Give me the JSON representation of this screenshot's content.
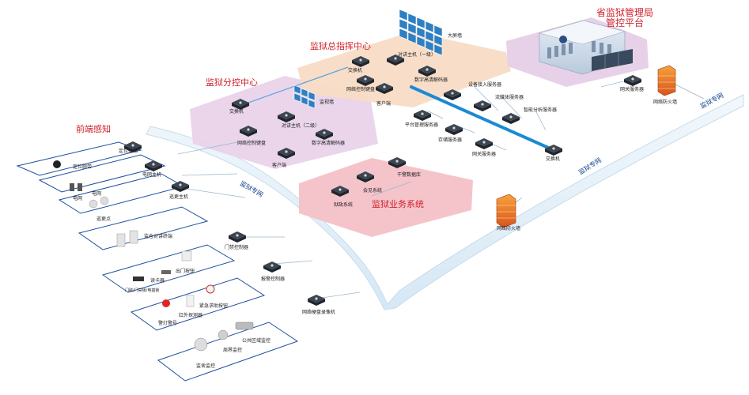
{
  "zones": {
    "branch_center": "监狱分控中心",
    "command_center": "监狱总指挥中心",
    "provincial": "省监狱管理局管控平台",
    "business": "监狱业务系统",
    "frontend": "前端感知"
  },
  "networks": {
    "prison_private_left": "监狱专网",
    "prison_private_right": "监狱专网",
    "top_private": "监狱专网"
  },
  "command_center": {
    "video_wall": "大屏墙",
    "switch": "交换机",
    "intercom_host": "对讲主机（一级）",
    "keyboard": "网络控制键盘",
    "client": "客户端",
    "decoder": "数字高清解码器"
  },
  "branch_center": {
    "monitor_wall": "监视墙",
    "switch": "交换机",
    "intercom_host": "对讲主机（二级）",
    "keyboard": "网络控制键盘",
    "client": "客户端",
    "decoder": "数字高清解码器"
  },
  "servers": {
    "device_access": "设备接入服务器",
    "streaming": "流媒体服务器",
    "analytics": "智能分析服务器",
    "platform": "平台管理服务器",
    "storage": "存储服务器",
    "gateway": "网关服务器",
    "switch": "交换机"
  },
  "provincial_devices": {
    "gateway": "网关服务器",
    "firewall": "网络防火墙"
  },
  "business": {
    "finance": "狱政系统",
    "education": "会见系统",
    "police_db": "干警数据库"
  },
  "firewall_mid": "网络防火墙",
  "frontend_devices": {
    "locator_base": "定位基站",
    "grid_host": "电网主机",
    "patrol_host": "巡更主机",
    "access_controller": "门禁控制器",
    "alarm_controller": "报警控制器",
    "nvr": "网络硬盘录像机"
  },
  "front_panels": {
    "p1": {
      "items": [
        "定位腕带"
      ]
    },
    "p2": {
      "items": [
        "电网",
        "电网"
      ]
    },
    "p3": {
      "items": [
        "巡更点"
      ]
    },
    "p4": {
      "items": [
        "监仓对讲终端"
      ]
    },
    "p5": {
      "items": [
        "读卡器",
        "出门按钮",
        "门磁/门禁锁/电插锁"
      ]
    },
    "p6": {
      "items": [
        "紧急求助按钮",
        "警灯警号",
        "红外探测器"
      ]
    },
    "p7": {
      "items": [
        "公共区域监控",
        "监舍监控",
        "周界监控"
      ]
    }
  },
  "colors": {
    "branch_zone": "#e9d3ea",
    "command_zone": "#f8dcc5",
    "provincial_zone": "#e6cfe8",
    "business_zone": "#f4c1c8",
    "backbone": "#dcecf7",
    "zone_title": "#d0202a",
    "fiber": "#1b8ad3",
    "panel_border": "#1e4fa0"
  }
}
